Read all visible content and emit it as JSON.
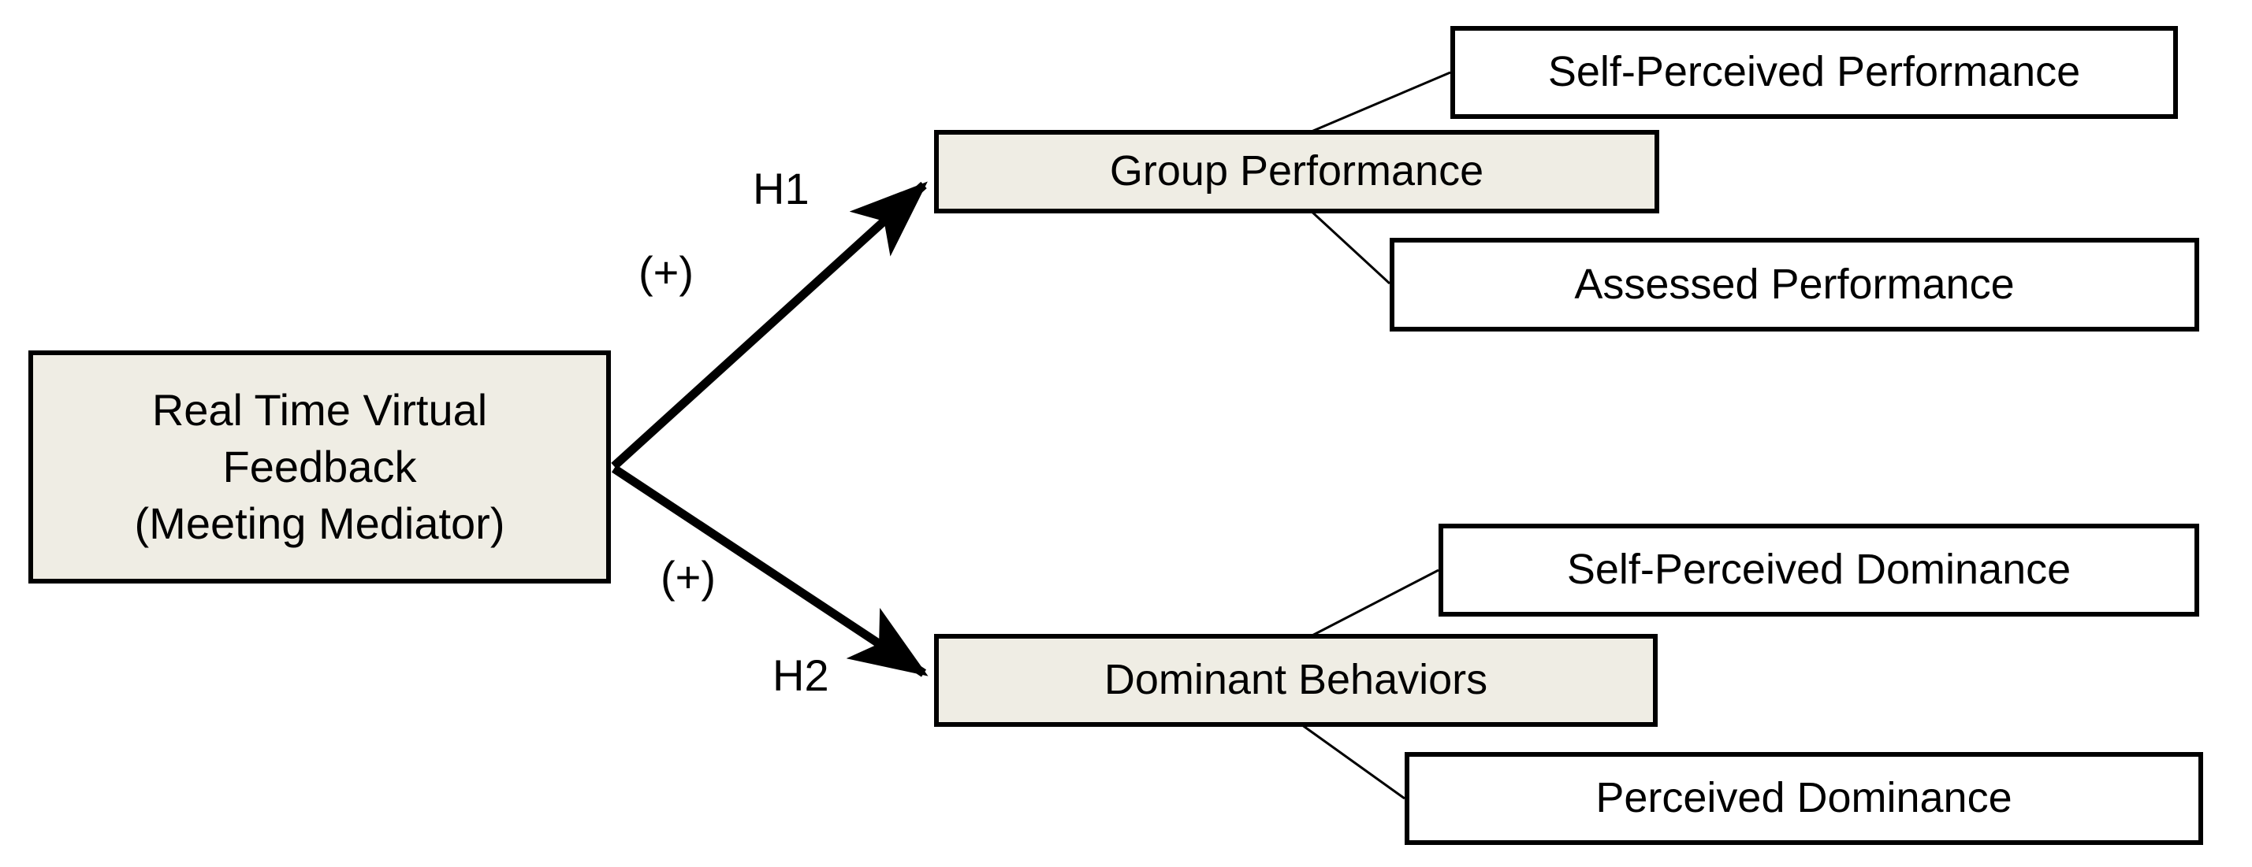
{
  "diagram": {
    "title": "Real Time Virtual Feedback research model",
    "type": "hypothesis-path-diagram",
    "colors": {
      "construct_fill": "#EFEDE4",
      "measure_fill": "#FFFFFF",
      "border": "#000000",
      "text": "#000000",
      "background": "#FFFFFF"
    },
    "nodes": {
      "source": {
        "label": "Real Time Virtual\nFeedback\n(Meeting Mediator)",
        "role": "independent-variable"
      },
      "group_performance": {
        "label": "Group Performance",
        "role": "dependent-variable"
      },
      "self_perceived_performance": {
        "label": "Self-Perceived Performance",
        "role": "measure"
      },
      "assessed_performance": {
        "label": "Assessed Performance",
        "role": "measure"
      },
      "dominant_behaviors": {
        "label": "Dominant Behaviors",
        "role": "dependent-variable"
      },
      "self_perceived_dominance": {
        "label": "Self-Perceived Dominance",
        "role": "measure"
      },
      "perceived_dominance": {
        "label": "Perceived Dominance",
        "role": "measure"
      }
    },
    "edges": {
      "h1": {
        "hypothesis_label": "H1",
        "sign_label": "(+)",
        "from": "source",
        "to": "group_performance",
        "style": "thick-arrow"
      },
      "h2": {
        "hypothesis_label": "H2",
        "sign_label": "(+)",
        "from": "source",
        "to": "dominant_behaviors",
        "style": "thick-arrow"
      },
      "connectors": [
        {
          "from": "group_performance",
          "to": "self_perceived_performance",
          "style": "thin-line"
        },
        {
          "from": "group_performance",
          "to": "assessed_performance",
          "style": "thin-line"
        },
        {
          "from": "dominant_behaviors",
          "to": "self_perceived_dominance",
          "style": "thin-line"
        },
        {
          "from": "dominant_behaviors",
          "to": "perceived_dominance",
          "style": "thin-line"
        }
      ]
    }
  }
}
